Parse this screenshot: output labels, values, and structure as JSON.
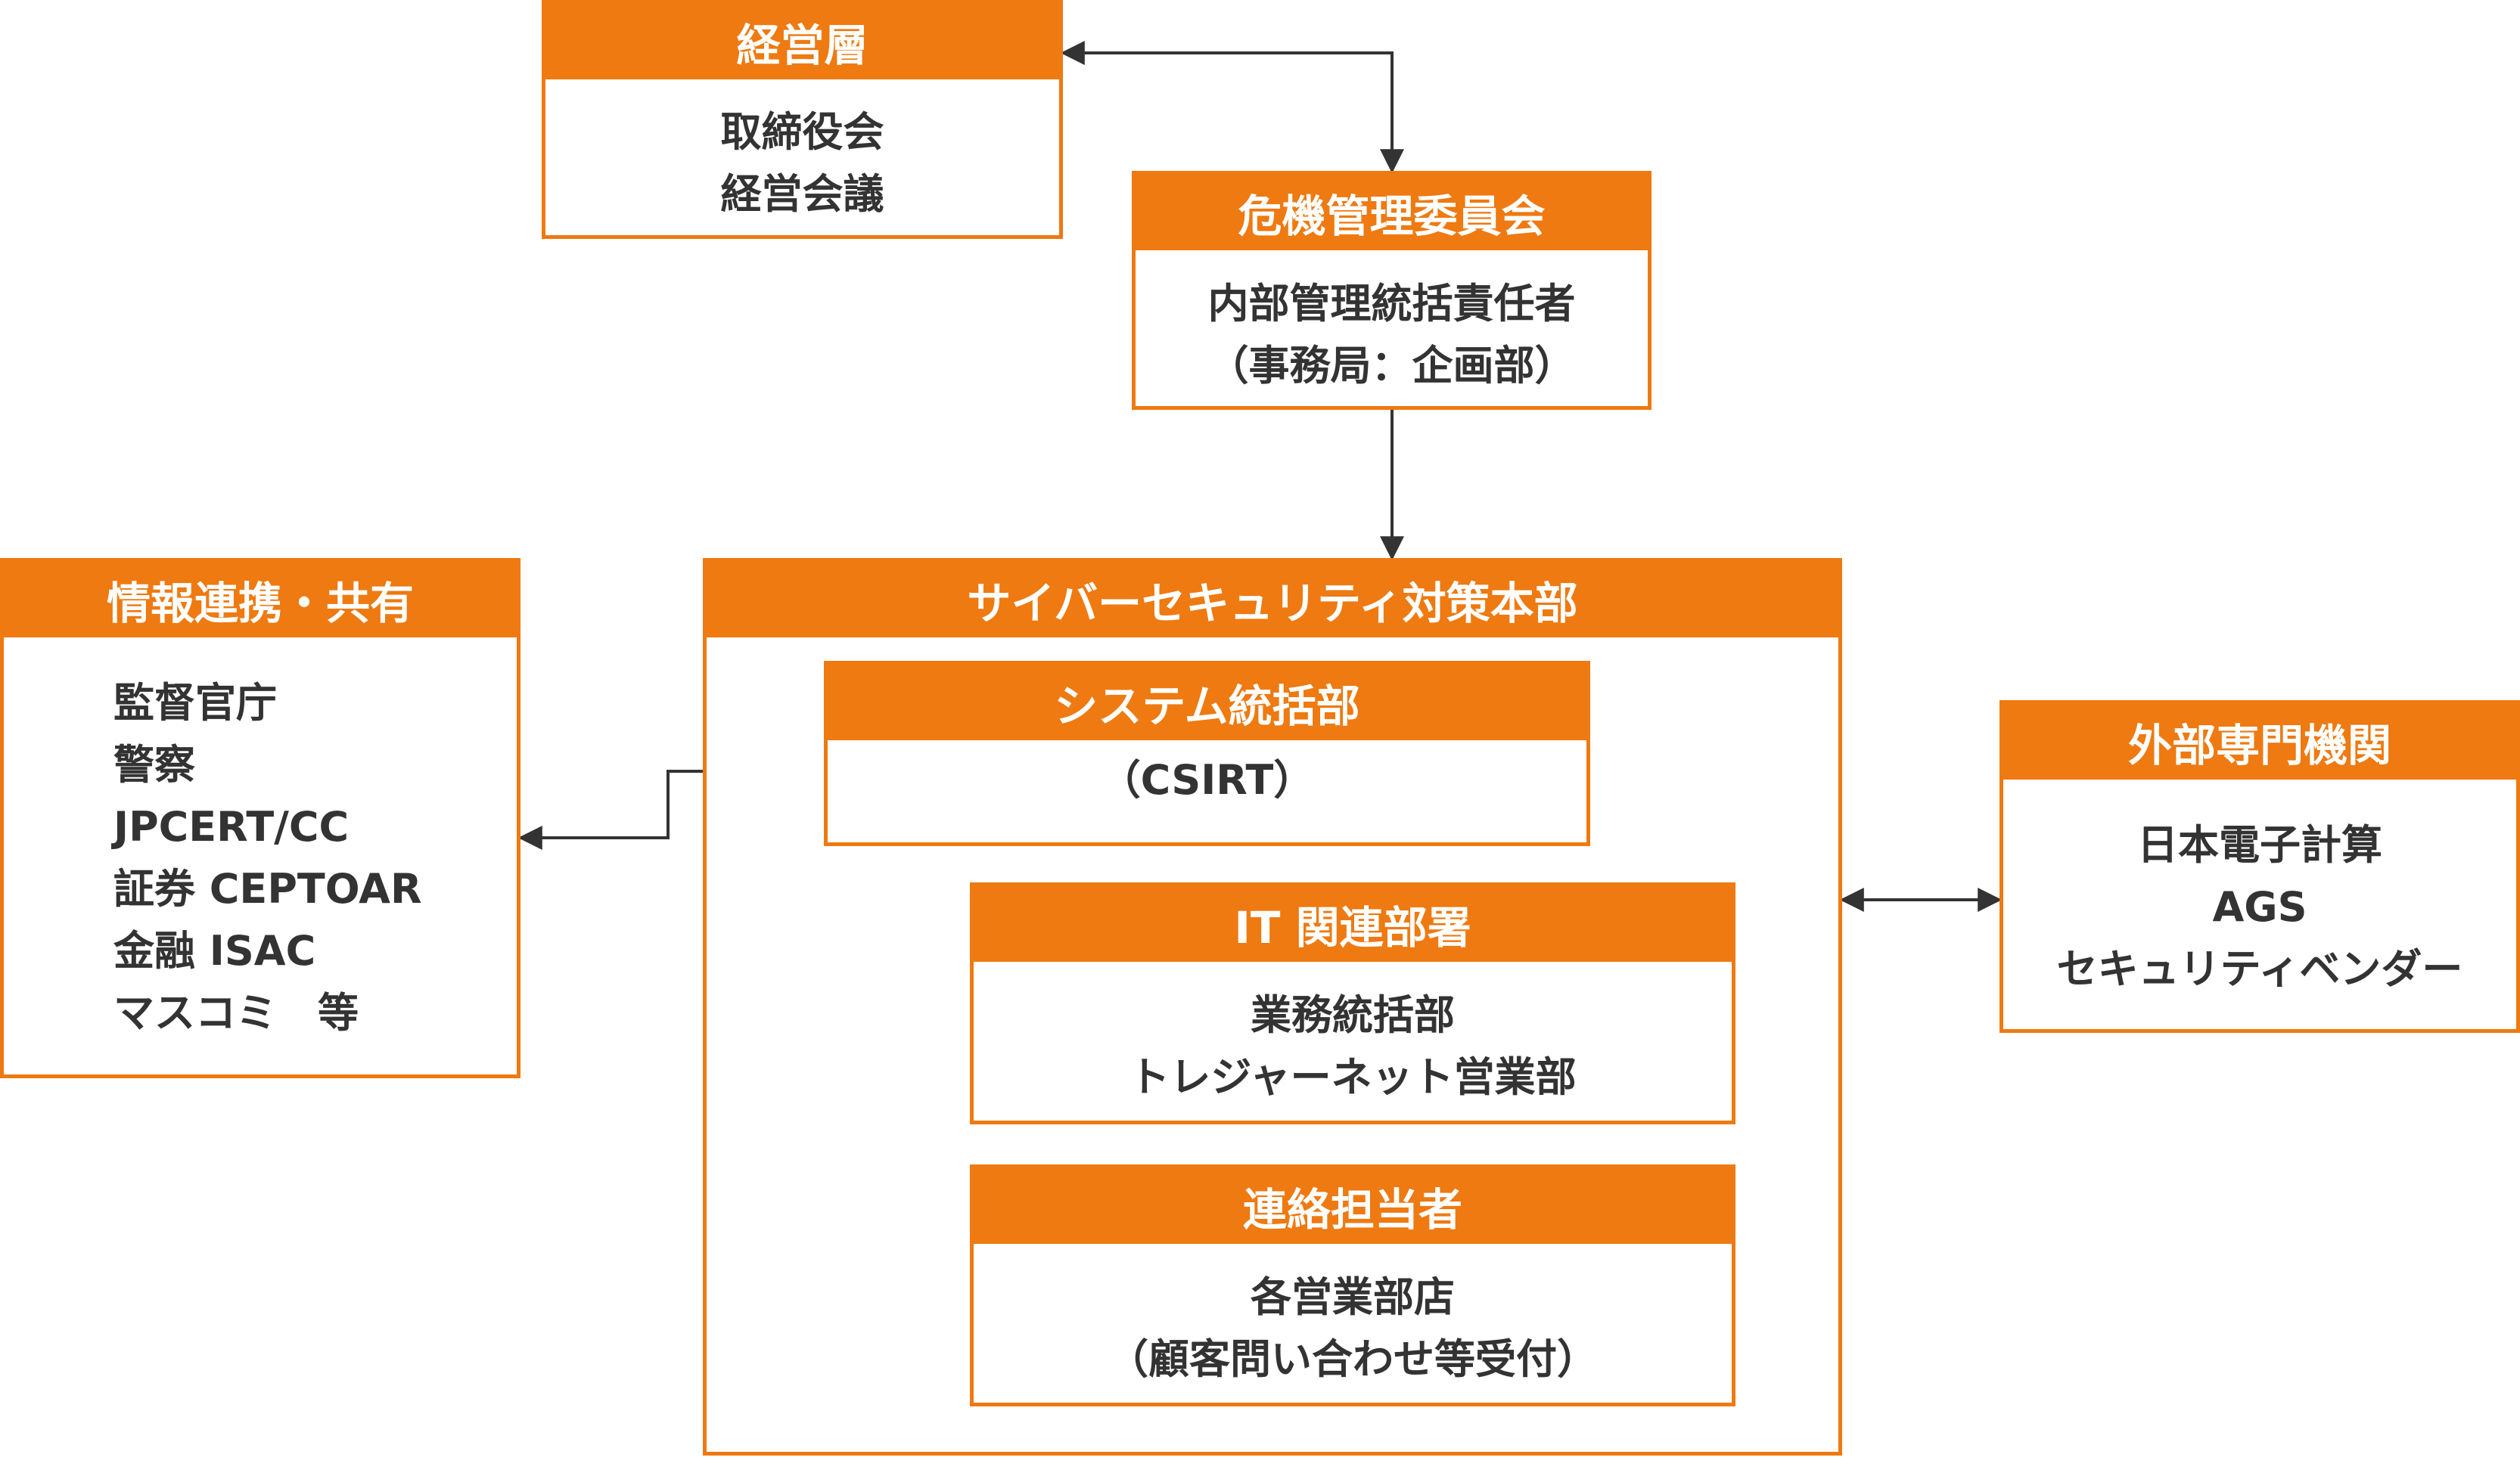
{
  "colors": {
    "accent": "#ee7a11",
    "text": "#333333",
    "connector": "#333333"
  },
  "management": {
    "title": "経営層",
    "lines": [
      "取締役会",
      "経営会議"
    ]
  },
  "crisis_committee": {
    "title": "危機管理委員会",
    "lines": [
      "内部管理統括責任者",
      "（事務局：企画部）"
    ]
  },
  "info_sharing": {
    "title": "情報連携・共有",
    "lines": [
      "監督官庁",
      "警察",
      "JPCERT/CC",
      "証券 CEPTOAR",
      "金融 ISAC",
      "マスコミ　等"
    ]
  },
  "cyber_hq": {
    "title": "サイバーセキュリティ対策本部",
    "system_dept": {
      "title": "システム統括部",
      "lines": [
        "（CSIRT）"
      ]
    },
    "it_depts": {
      "title": "IT 関連部署",
      "lines": [
        "業務統括部",
        "トレジャーネット営業部"
      ]
    },
    "contact": {
      "title": "連絡担当者",
      "lines": [
        "各営業部店",
        "（顧客問い合わせ等受付）"
      ]
    }
  },
  "external": {
    "title": "外部専門機関",
    "lines": [
      "日本電子計算",
      "AGS",
      "セキュリティベンダー"
    ]
  },
  "connector_icons": [
    "bidirectional-arrow",
    "down-arrow"
  ]
}
